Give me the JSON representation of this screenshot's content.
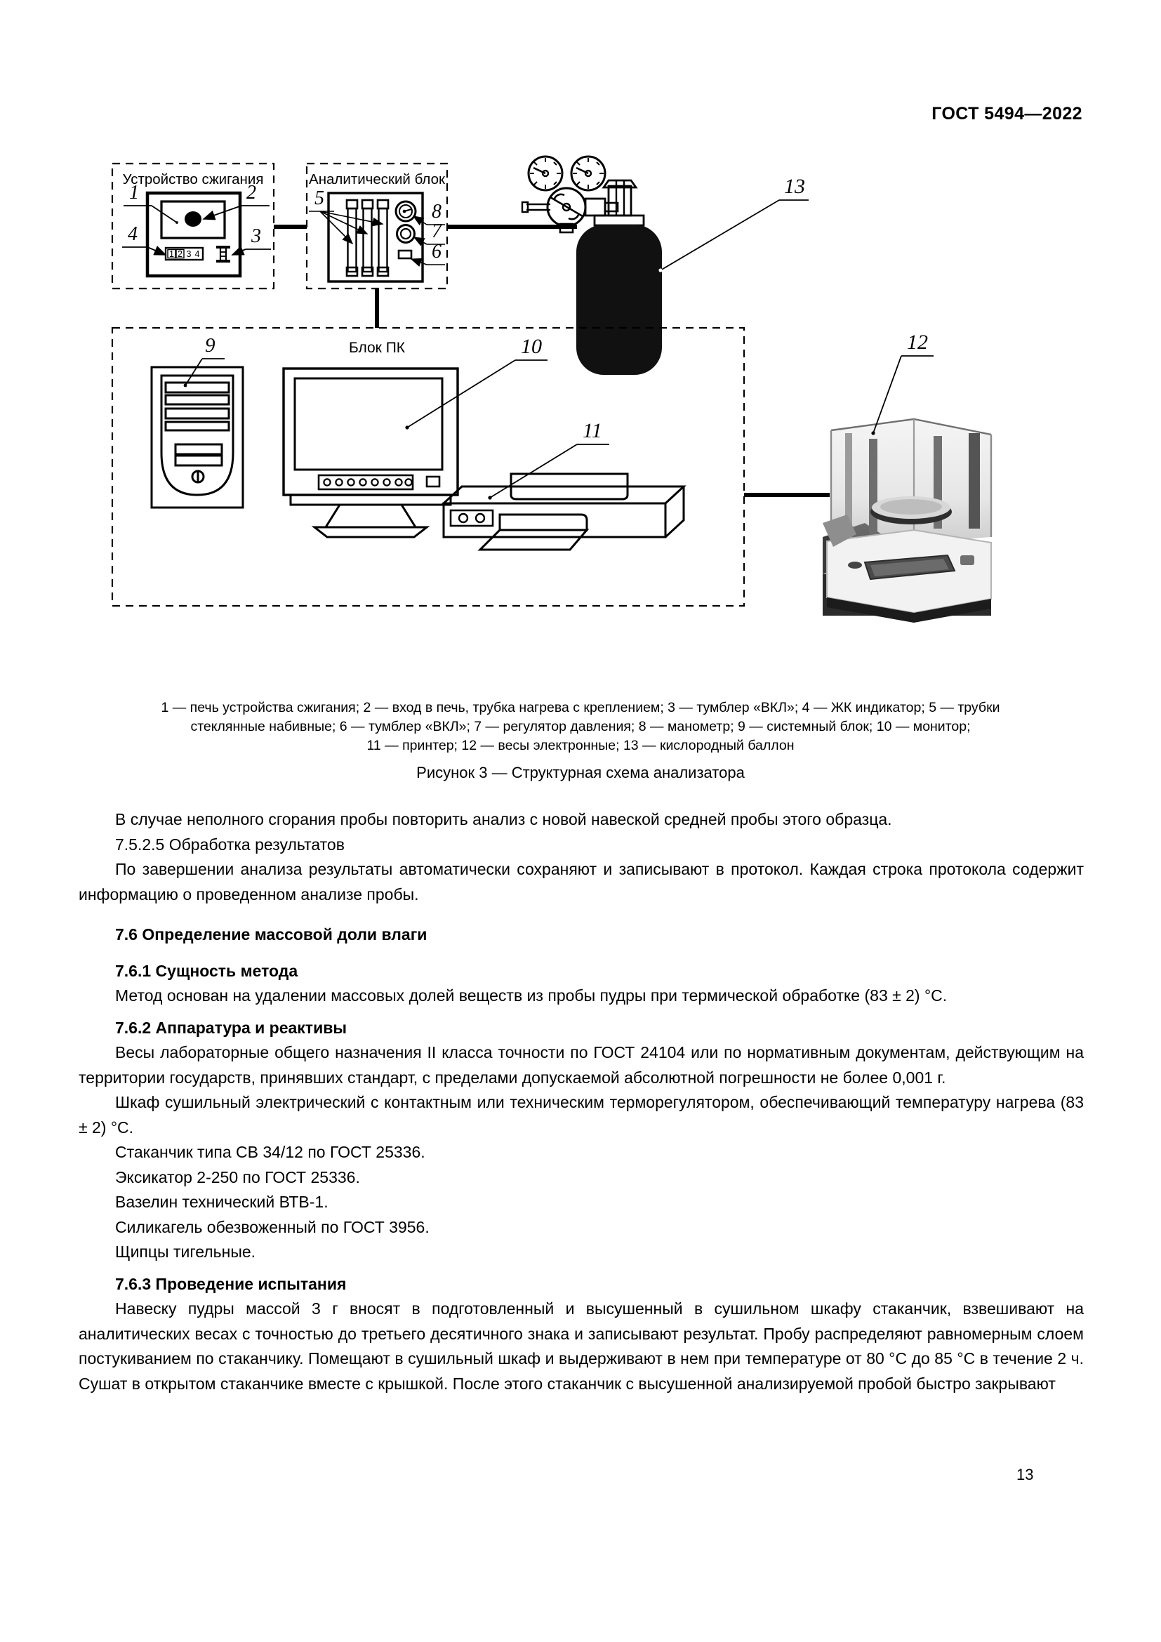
{
  "header": {
    "standard": "ГОСТ 5494—2022"
  },
  "figure": {
    "block_titles": {
      "combustion": "Устройство сжигания",
      "analytical": "Аналитический блок",
      "pc": "Блок ПК"
    },
    "callouts": {
      "n1": "1",
      "n2": "2",
      "n3": "3",
      "n4": "4",
      "n5": "5",
      "n6": "6",
      "n7": "7",
      "n8": "8",
      "n9": "9",
      "n10": "10",
      "n11": "11",
      "n12": "12",
      "n13": "13"
    },
    "lcd_digits": [
      "1",
      "2",
      "3",
      "4"
    ],
    "legend_line1": "1 — печь устройства сжигания; 2 — вход в печь, трубка нагрева с креплением; 3 — тумблер «ВКЛ»; 4 — ЖК индикатор; 5 — трубки",
    "legend_line2": "стеклянные набивные; 6 — тумблер «ВКЛ»; 7 — регулятор давления; 8 — манометр; 9 — системный блок; 10 — монитор;",
    "legend_line3": "11 — принтер; 12 — весы электронные; 13 — кислородный баллон",
    "title": "Рисунок 3 — Структурная схема анализатора"
  },
  "body": {
    "p1": "В случае неполного сгорания пробы повторить анализ с новой навеской средней пробы этого образца.",
    "p2": "7.5.2.5 Обработка результатов",
    "p3": "По завершении анализа результаты автоматически сохраняют и записывают в протокол. Каждая строка протокола содержит информацию о проведенном анализе пробы.",
    "h76": "7.6  Определение массовой доли влаги",
    "h761": "7.6.1  Сущность метода",
    "p761": "Метод основан на удалении массовых долей веществ из пробы пудры при термической обработке (83 ± 2) °С.",
    "h762": "7.6.2  Аппаратура и реактивы",
    "p762a": "Весы лабораторные общего назначения II класса точности по ГОСТ 24104 или по нормативным документам, действующим на территории государств, принявших стандарт, с пределами допускаемой абсолютной погрешности не более 0,001 г.",
    "p762b": "Шкаф сушильный электрический с контактным или техническим терморегулятором, обеспечивающий температуру нагрева (83 ± 2) °С.",
    "p762c": "Стаканчик типа СВ 34/12 по ГОСТ 25336.",
    "p762d": "Эксикатор 2-250 по ГОСТ 25336.",
    "p762e": "Вазелин технический ВТВ-1.",
    "p762f": "Силикагель обезвоженный по ГОСТ 3956.",
    "p762g": "Щипцы тигельные.",
    "h763": "7.6.3  Проведение испытания",
    "p763": "Навеску пудры массой 3 г вносят в подготовленный и высушенный в сушильном шкафу стаканчик, взвешивают на аналитических весах с точностью до третьего десятичного знака и записывают результат. Пробу распределяют равномерным слоем постукиванием по стаканчику. Помещают в сушильный шкаф и выдерживают в нем при температуре от 80 °С до 85 °С в течение 2 ч. Сушат в открытом стаканчике вместе с крышкой. После этого стаканчик с высушенной анализируемой пробой быстро закрывают"
  },
  "footer": {
    "page": "13"
  }
}
